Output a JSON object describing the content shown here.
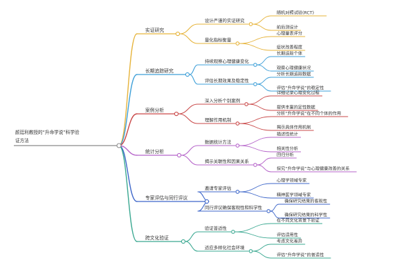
{
  "root": {
    "label": "颜廷利教授的“升命学说”科学验证方法",
    "color": "#8a8a8a"
  },
  "branches": [
    {
      "label": "实证研究",
      "color": "#e6b33a",
      "children": [
        {
          "label": "设计严谨的实证研究",
          "children": [
            "随机对照试验(RCT)",
            "前后测设计"
          ]
        },
        {
          "label": "量化指标衡量",
          "children": [
            "心理量表评分",
            "症状改善程度"
          ]
        }
      ]
    },
    {
      "label": "长期追踪研究",
      "color": "#3d9fd8",
      "children": [
        {
          "label": "持续观察心理健康变化",
          "children": [
            "长期追踪个体",
            "观察心理健康状况"
          ]
        },
        {
          "label": "评估长期效果及稳定性",
          "children": [
            "分析长期追踪数据",
            "评估“升命学说”的稳定性"
          ]
        }
      ]
    },
    {
      "label": "案例分析",
      "color": "#c94848",
      "children": [
        {
          "label": "深入分析个别案例",
          "children": [
            "详细记录心理变化过程",
            "提供丰富的定性数据"
          ]
        },
        {
          "label": "理解作用机制",
          "children": [
            "分析“升命学说”在不同个体的作用",
            "揭示具体作用机制"
          ]
        }
      ]
    },
    {
      "label": "统计分析",
      "color": "#b563c9",
      "children": [
        {
          "label": "数据统计方法",
          "children": [
            "描述性统计",
            "相关性分析"
          ]
        },
        {
          "label": "揭示关联性和因果关系",
          "children": [
            "回归分析",
            "探究“升命学说”与心理健康改善的关系"
          ]
        }
      ]
    },
    {
      "label": "专家评估与同行评议",
      "color": "#3d66c9",
      "children": [
        {
          "label": "邀请专家评估",
          "children": [
            "心理学领域专家",
            "精神医学领域专家"
          ]
        },
        {
          "label": "同行评议确保客观性和科学性",
          "children": [
            "确保研究结果的客观性",
            "确保研究结果的科学性"
          ]
        }
      ]
    },
    {
      "label": "跨文化验证",
      "color": "#3aa891",
      "children": [
        {
          "label": "验证普适性",
          "children": [
            "在不同文化背景下验证",
            "评估适用性"
          ]
        },
        {
          "label": "适应多样化社会环境",
          "children": [
            "考虑文化差异",
            "评估“升命学说”的普适性"
          ]
        }
      ]
    }
  ]
}
